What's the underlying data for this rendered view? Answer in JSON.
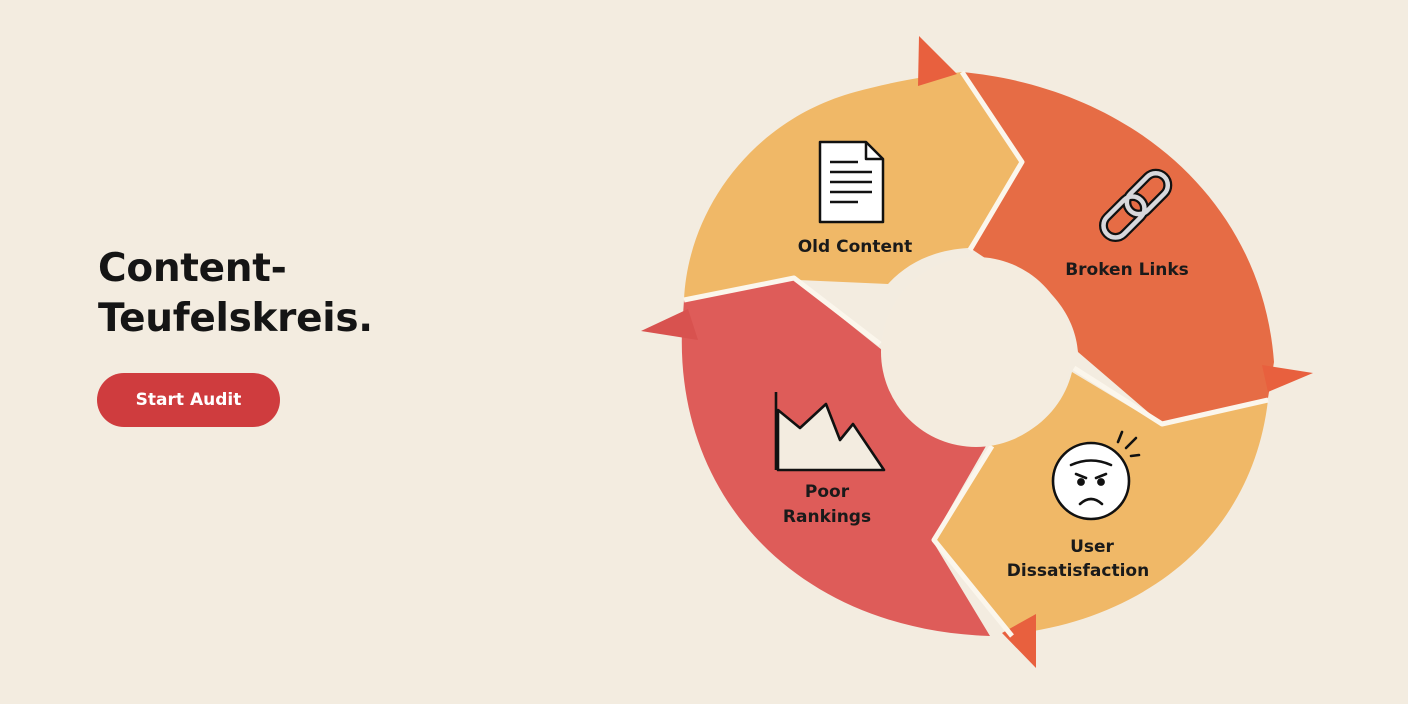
{
  "hero": {
    "title_line1": "Content-",
    "title_line2": "Teufelskreis.",
    "button_label": "Start Audit"
  },
  "cycle": {
    "steps": [
      {
        "label": "Old Content",
        "icon": "document-icon",
        "color": "#f0b867"
      },
      {
        "label": "Broken Links",
        "icon": "chain-link-icon",
        "color": "#e66c45"
      },
      {
        "label_line1": "User",
        "label_line2": "Dissatisfaction",
        "icon": "frowning-face-icon",
        "color": "#f0b867"
      },
      {
        "label_line1": "Poor",
        "label_line2": "Rankings",
        "icon": "declining-chart-icon",
        "color": "#de5c59"
      }
    ]
  },
  "colors": {
    "background": "#f3ece0",
    "button": "#cf3c3e",
    "arrowhead_orange": "#e8603e",
    "arrowhead_red": "#d8524f"
  }
}
